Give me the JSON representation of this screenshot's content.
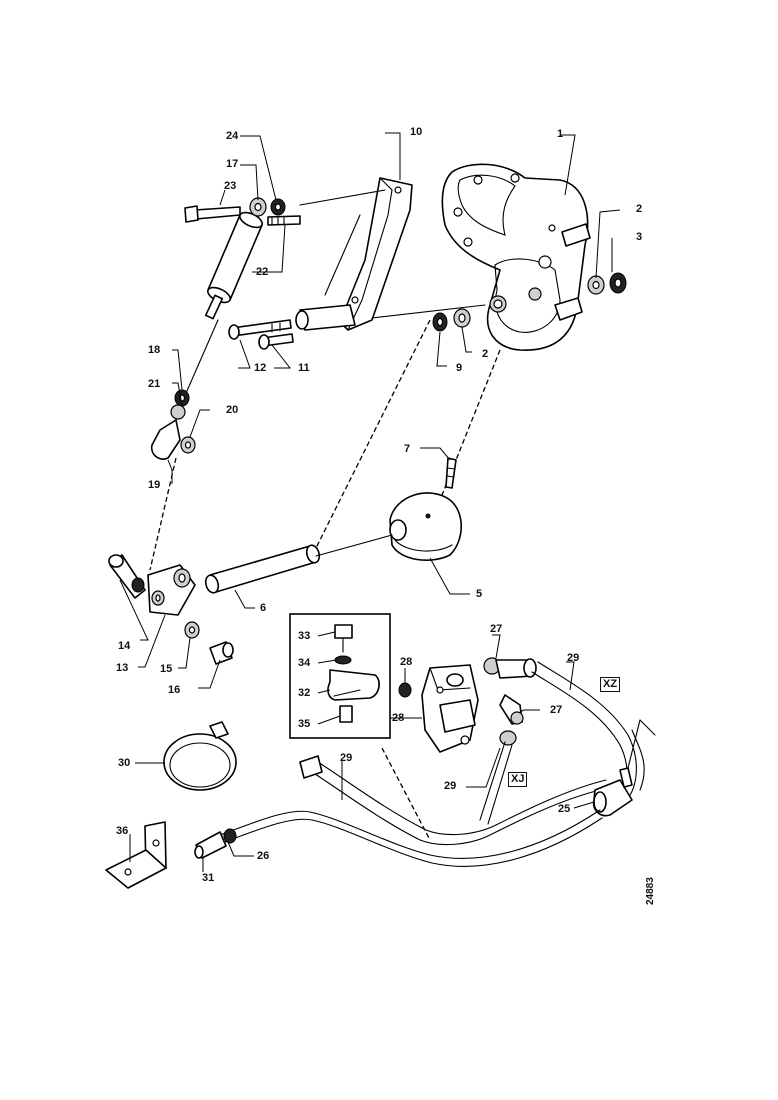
{
  "diagram": {
    "callouts": [
      {
        "id": "c1",
        "text": "1"
      },
      {
        "id": "c2a",
        "text": "2"
      },
      {
        "id": "c2b",
        "text": "2"
      },
      {
        "id": "c3",
        "text": "3"
      },
      {
        "id": "c5",
        "text": "5"
      },
      {
        "id": "c6",
        "text": "6"
      },
      {
        "id": "c7",
        "text": "7"
      },
      {
        "id": "c9",
        "text": "9"
      },
      {
        "id": "c10",
        "text": "10"
      },
      {
        "id": "c11",
        "text": "11"
      },
      {
        "id": "c12",
        "text": "12"
      },
      {
        "id": "c13",
        "text": "13"
      },
      {
        "id": "c14",
        "text": "14"
      },
      {
        "id": "c15",
        "text": "15"
      },
      {
        "id": "c16",
        "text": "16"
      },
      {
        "id": "c17",
        "text": "17"
      },
      {
        "id": "c18",
        "text": "18"
      },
      {
        "id": "c19",
        "text": "19"
      },
      {
        "id": "c20",
        "text": "20"
      },
      {
        "id": "c21",
        "text": "21"
      },
      {
        "id": "c22",
        "text": "22"
      },
      {
        "id": "c23",
        "text": "23"
      },
      {
        "id": "c24",
        "text": "24"
      },
      {
        "id": "c25",
        "text": "25"
      },
      {
        "id": "c26",
        "text": "26"
      },
      {
        "id": "c27a",
        "text": "27"
      },
      {
        "id": "c27b",
        "text": "27"
      },
      {
        "id": "c28a",
        "text": "28"
      },
      {
        "id": "c28b",
        "text": "28"
      },
      {
        "id": "c29a",
        "text": "29"
      },
      {
        "id": "c29b",
        "text": "29"
      },
      {
        "id": "c29c",
        "text": "29"
      },
      {
        "id": "c30",
        "text": "30"
      },
      {
        "id": "c31",
        "text": "31"
      },
      {
        "id": "c32",
        "text": "32"
      },
      {
        "id": "c33",
        "text": "33"
      },
      {
        "id": "c34",
        "text": "34"
      },
      {
        "id": "c35",
        "text": "35"
      },
      {
        "id": "c36",
        "text": "36"
      }
    ],
    "connectors": [
      {
        "id": "xz",
        "text": "XZ"
      },
      {
        "id": "xj",
        "text": "XJ"
      }
    ],
    "drawing_number": "24883"
  }
}
